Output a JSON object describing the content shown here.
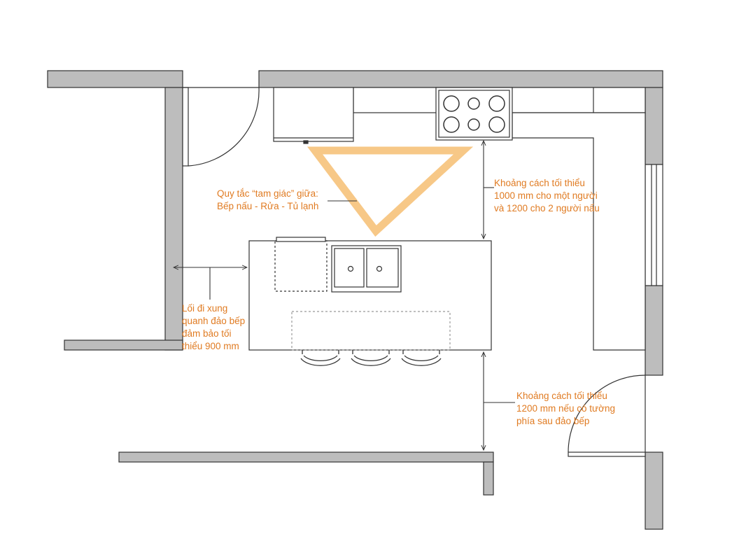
{
  "annotations": {
    "triangle_rule": [
      "Quy tắc “tam giác” giữa:",
      "Bếp nấu - Rửa - Tủ lạnh"
    ],
    "walkway": [
      "Lối đi xung",
      "quanh đảo bếp",
      "đảm bảo tối",
      "thiểu 900 mm"
    ],
    "clearance_top": [
      "Khoảng cách tối thiểu",
      "1000 mm cho một người",
      "và 1200 cho 2 người nấu"
    ],
    "clearance_bottom": [
      "Khoảng cách tối thiểu",
      "1200 mm nếu có tường",
      "phía sau đảo bếp"
    ]
  },
  "colors": {
    "wall": "#bdbdbd",
    "outline": "#333333",
    "triangle": "#f6c27a",
    "text": "#e07b22"
  }
}
